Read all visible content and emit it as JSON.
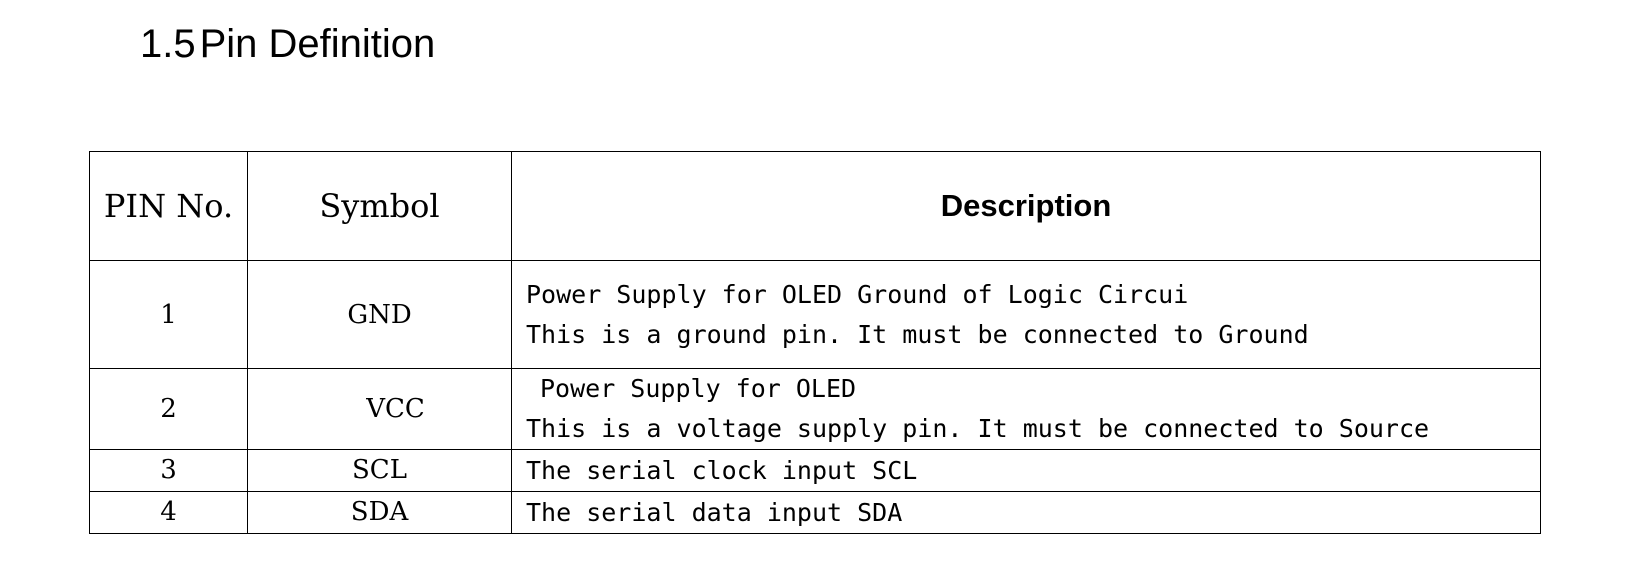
{
  "section": {
    "number": "1.5",
    "title": "Pin Definition"
  },
  "table": {
    "headers": {
      "pin": "PIN No.",
      "symbol": "Symbol",
      "description": "Description"
    },
    "rows": [
      {
        "pin": "1",
        "symbol": "GND",
        "description": [
          "Power Supply for OLED Ground of Logic Circui",
          "This is a ground pin. It must be connected to Ground"
        ]
      },
      {
        "pin": "2",
        "symbol": "VCC",
        "description": [
          "Power Supply for OLED",
          "This is a voltage supply pin. It must be connected to Source"
        ]
      },
      {
        "pin": "3",
        "symbol": "SCL",
        "description": [
          "The serial clock input SCL"
        ]
      },
      {
        "pin": "4",
        "symbol": "SDA",
        "description": [
          "The serial data input SDA"
        ]
      }
    ]
  }
}
